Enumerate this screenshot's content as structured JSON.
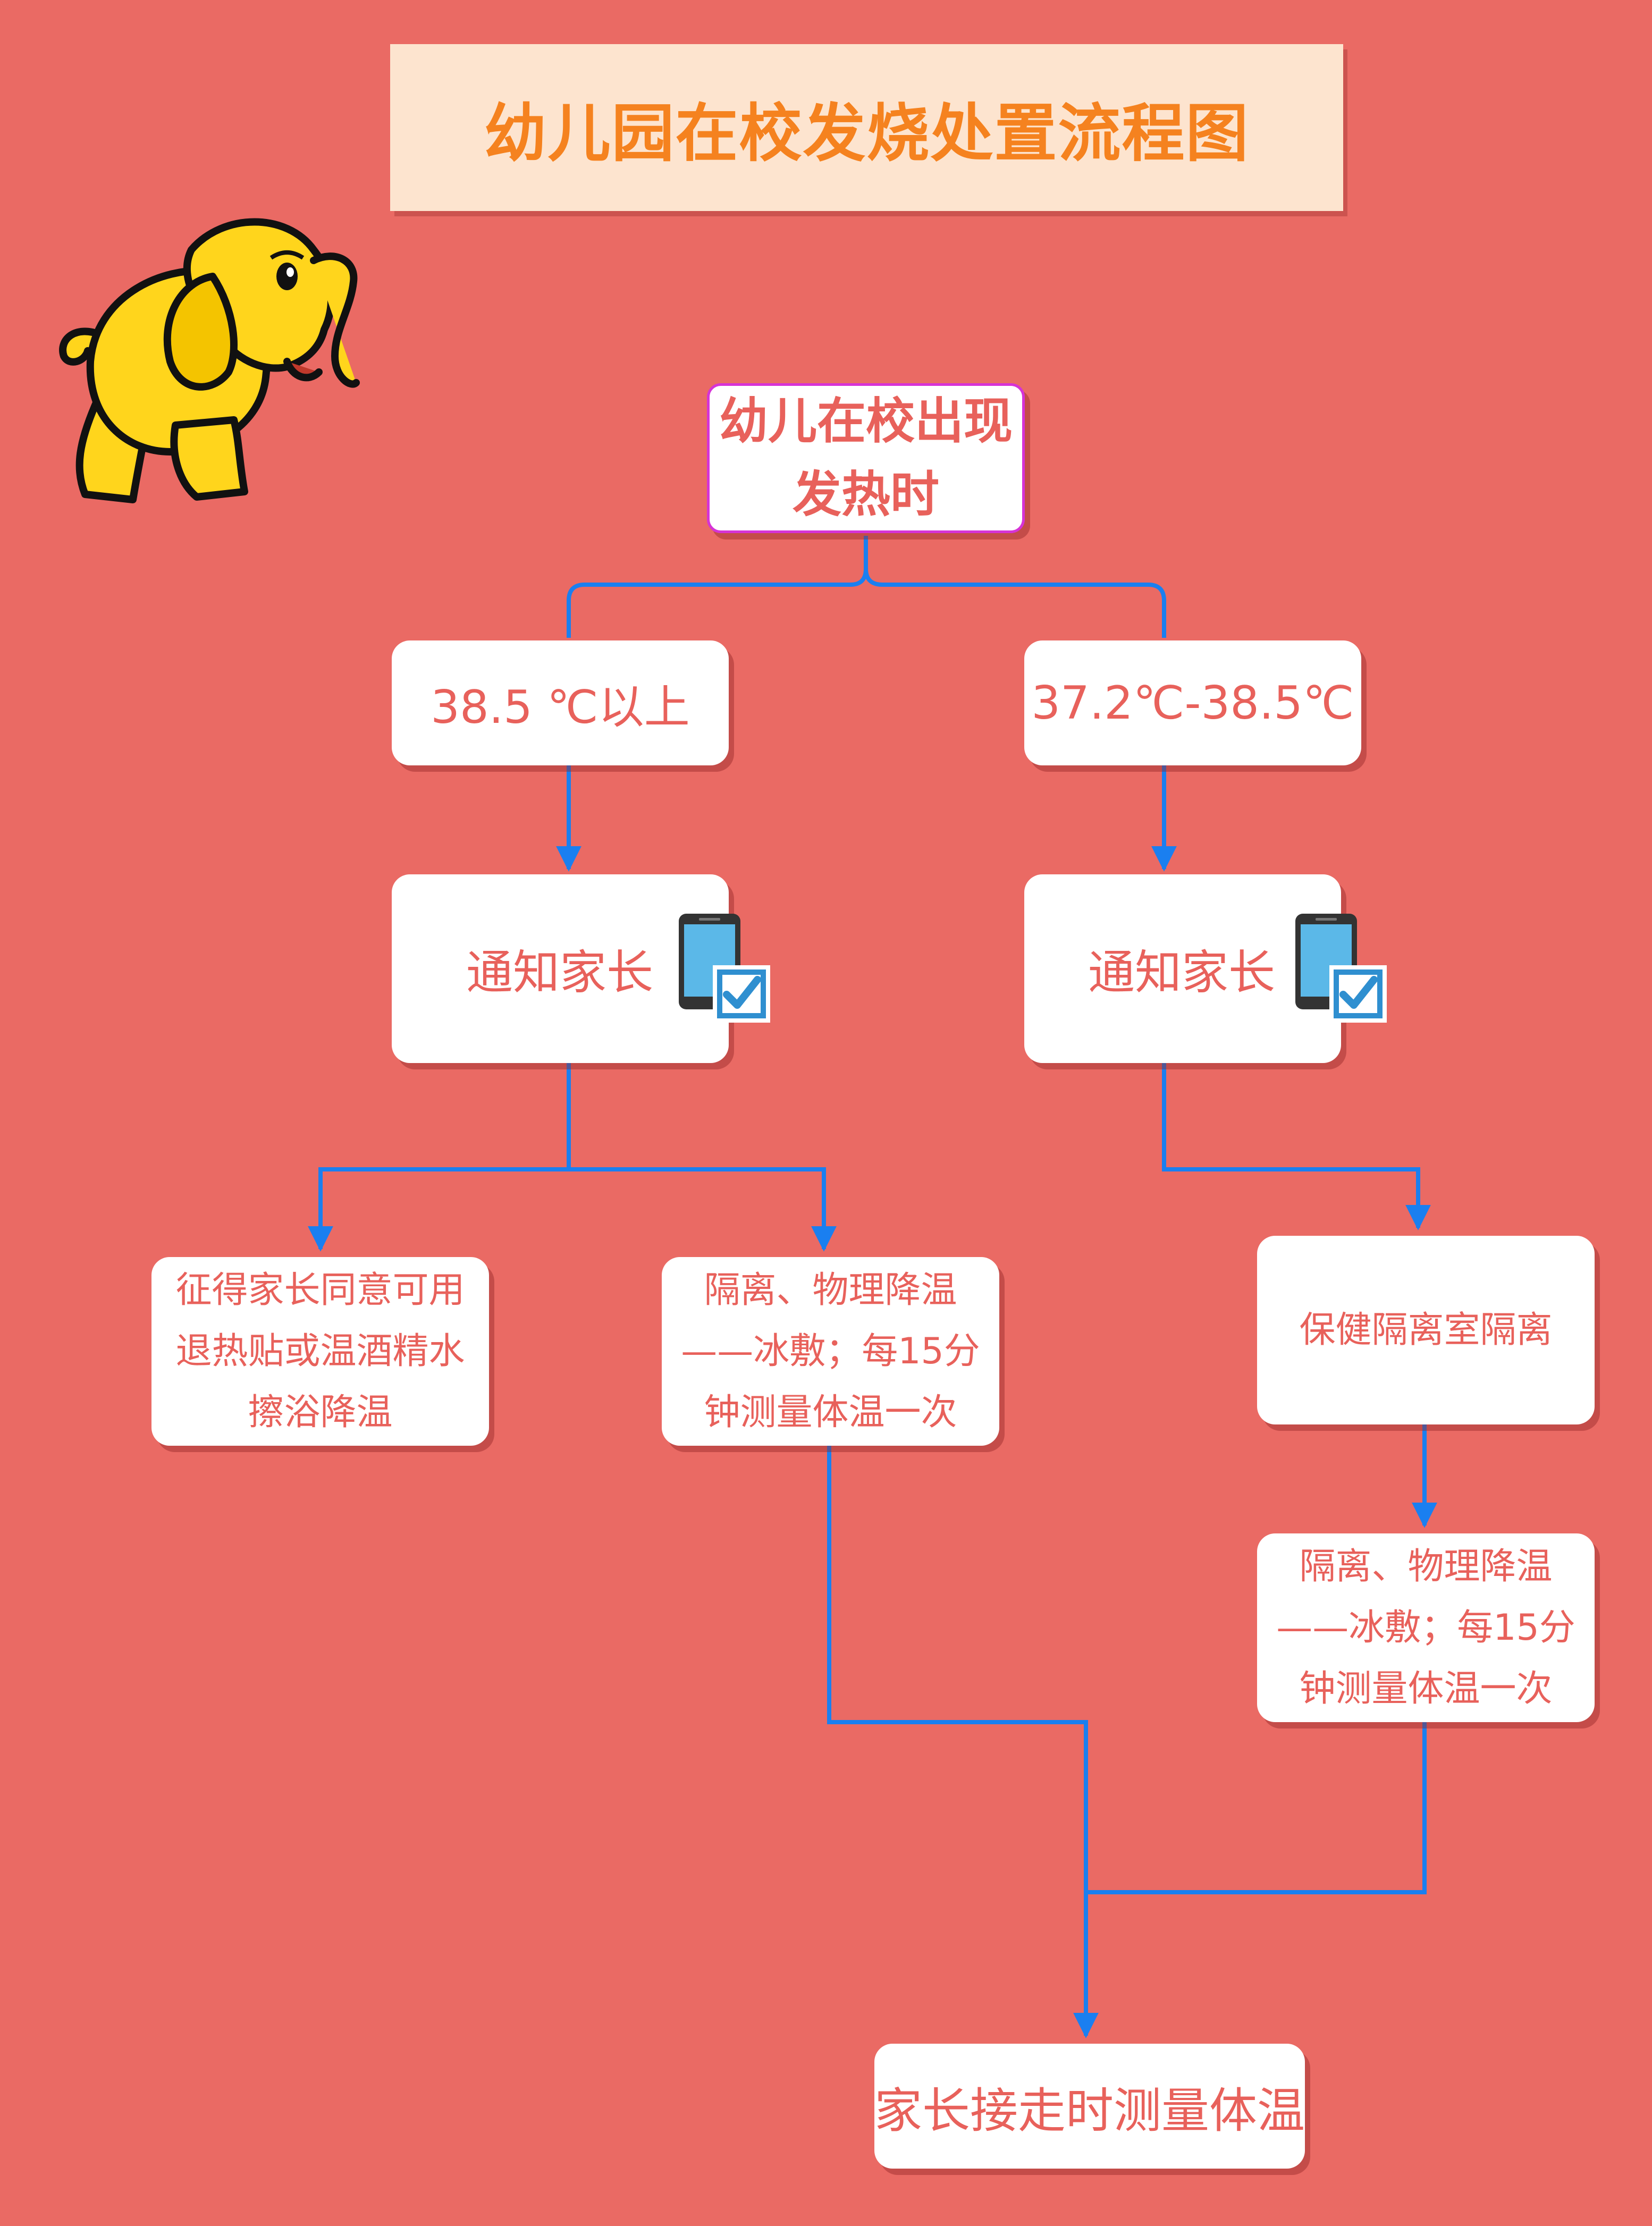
{
  "title": "幼儿园在校发烧处置流程图",
  "nodes": {
    "start": {
      "line1": "幼儿在校出现",
      "line2": "发热时"
    },
    "high_temp": "38.5 ℃以上",
    "mid_temp": "37.2℃-38.5℃",
    "notify_left": "通知家长",
    "notify_right": "通知家长",
    "consent": {
      "line1": "征得家长同意可用",
      "line2": "退热贴或温酒精水",
      "line3": "擦浴降温"
    },
    "isolate_left": {
      "line1": "隔离、物理降温",
      "line2": "——冰敷；每15分",
      "line3": "钟测量体温一次"
    },
    "health_room": "保健隔离室隔离",
    "isolate_right": {
      "line1": "隔离、物理降温",
      "line2": "——冰敷；每15分",
      "line3": "钟测量体温一次"
    },
    "end": "家长接走时测量体温"
  },
  "icons": {
    "mascot": "yellow-elephant-icon",
    "phone_check": "phone-checkmark-icon"
  },
  "colors": {
    "background": "#ea6a64",
    "title_bg": "#fde4cf",
    "title_text": "#f5821f",
    "node_text": "#e8615b",
    "connector": "#1a7ff0",
    "start_border": "#d633d6"
  }
}
